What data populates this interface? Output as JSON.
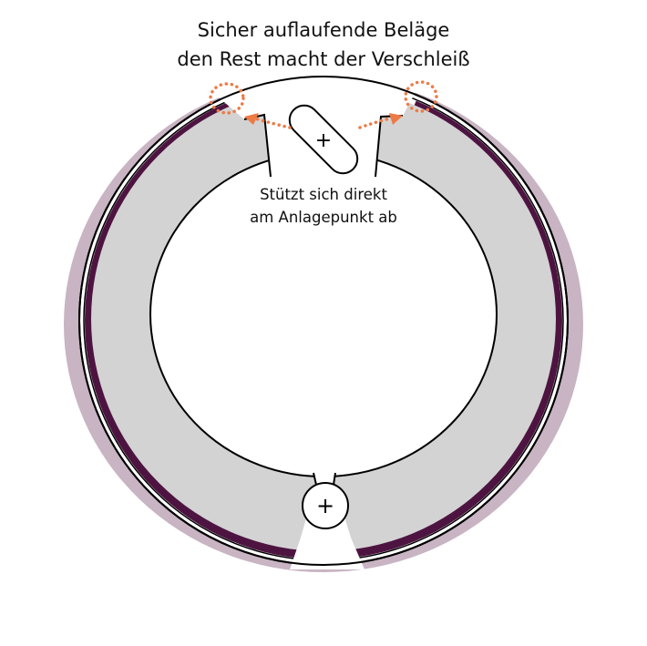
{
  "title": {
    "line1": "Sicher auflaufende Beläge",
    "line2": "den Rest macht der Verschleiß"
  },
  "annotation": {
    "line1": "Stützt sich direkt",
    "line2": "am Anlagepunkt ab"
  },
  "anchor_pin_symbol": "+",
  "adjuster_symbol": "+",
  "colors": {
    "lining": "#4e1441",
    "shoe": "#d3d3d3",
    "drum_halo": "#c8b4c3",
    "arrow": "#ee7a45"
  }
}
